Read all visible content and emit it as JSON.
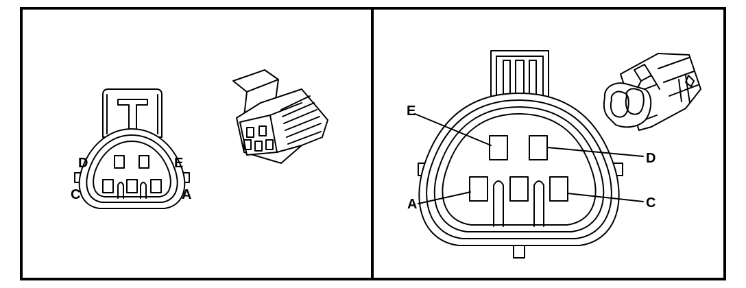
{
  "left_view": {
    "pin_labels": {
      "d": "D",
      "e": "E",
      "c": "C",
      "a": "A"
    }
  },
  "right_view": {
    "pin_labels": {
      "e": "E",
      "d": "D",
      "a": "A",
      "c": "C"
    }
  }
}
